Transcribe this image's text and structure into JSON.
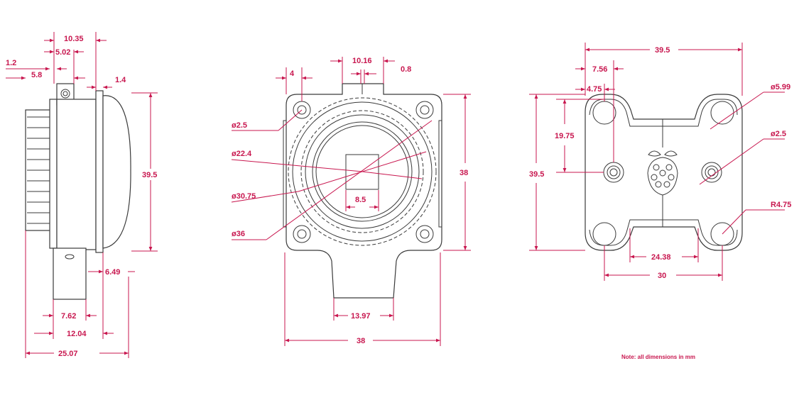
{
  "colors": {
    "dimension": "#c8174f",
    "outline": "#3a3a3a"
  },
  "side_view": {
    "dims": {
      "d1035": "10.35",
      "d502": "5.02",
      "d12": "1.2",
      "d58": "5.8",
      "d14": "1.4",
      "d395": "39.5",
      "d649": "6.49",
      "d762": "7.62",
      "d1204": "12.04",
      "d2507": "25.07"
    }
  },
  "front_view": {
    "dims": {
      "d4": "4",
      "d1016": "10.16",
      "d08": "0.8",
      "phi25": "ø2.5",
      "phi224": "ø22.4",
      "phi3075": "ø30.75",
      "phi36": "ø36",
      "d85": "8.5",
      "d38h": "38",
      "d1397": "13.97",
      "d38w": "38"
    }
  },
  "back_view": {
    "dims": {
      "d395w": "39.5",
      "d756": "7.56",
      "d475": "4.75",
      "phi599": "ø5.99",
      "d1975": "19.75",
      "phi25": "ø2.5",
      "d395h": "39.5",
      "r475": "R4.75",
      "d2438": "24.38",
      "d30": "30"
    },
    "logo_icon": "raspberry-logo-icon"
  },
  "note": "Note: all dimensions in mm"
}
